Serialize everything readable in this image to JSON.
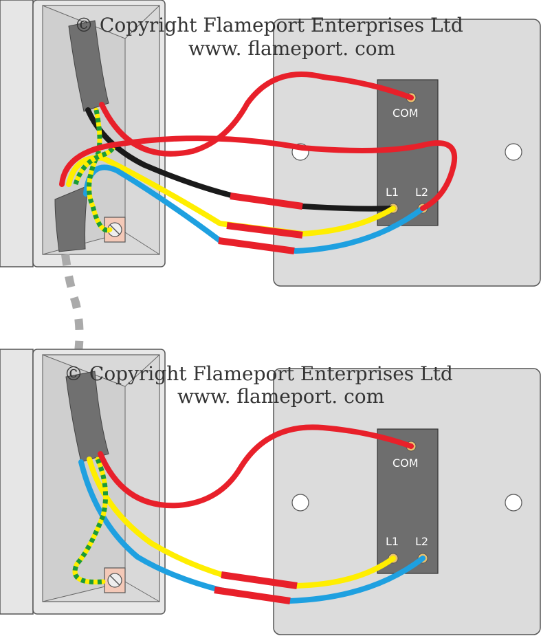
{
  "watermark": {
    "copyright": "© Copyright Flameport Enterprises Ltd",
    "url": "www. flameport. com"
  },
  "switches": [
    {
      "terminals": {
        "com": "COM",
        "l1": "L1",
        "l2": "L2"
      }
    },
    {
      "terminals": {
        "com": "COM",
        "l1": "L1",
        "l2": "L2"
      }
    }
  ],
  "colors": {
    "live_red": "#e8202a",
    "neutral_black": "#1a1a1a",
    "strapper_yellow": "#ffee00",
    "strapper_blue": "#1ea0e0",
    "earth_green": "#1a9a3a",
    "earth_yellow": "#ffee00",
    "plate_grey": "#dcdcdc",
    "switch_body": "#6e6e6e",
    "cable_sheath": "#707070"
  }
}
